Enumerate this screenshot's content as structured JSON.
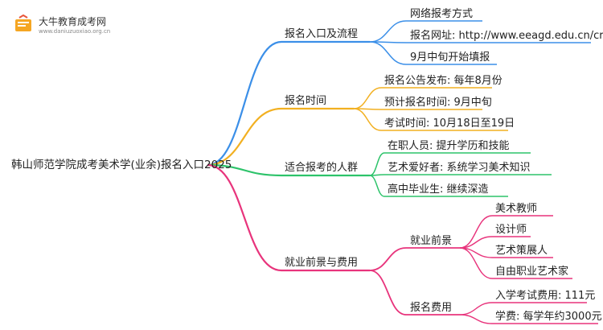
{
  "logo": {
    "name": "大牛教育成考网",
    "url": "www.daniuzuoxiao.org.cn"
  },
  "root": "韩山师范学院成考美术学(业余)报名入口2025",
  "branches": [
    {
      "label": "报名入口及流程",
      "color": "#3b8fe8",
      "children": [
        {
          "label": "网络报考方式"
        },
        {
          "label": "报名网址: http://www.eeagd.edu.cn/cr"
        },
        {
          "label": "9月中旬开始填报"
        }
      ]
    },
    {
      "label": "报名时间",
      "color": "#f2b021",
      "children": [
        {
          "label": "报名公告发布: 每年8月份"
        },
        {
          "label": "预计报名时间: 9月中旬"
        },
        {
          "label": "考试时间: 10月18日至19日"
        }
      ]
    },
    {
      "label": "适合报考的人群",
      "color": "#2dc36a",
      "children": [
        {
          "label": "在职人员: 提升学历和技能"
        },
        {
          "label": "艺术爱好者: 系统学习美术知识"
        },
        {
          "label": "高中毕业生: 继续深造"
        }
      ]
    },
    {
      "label": "就业前景与费用",
      "color": "#e8347c",
      "children": [
        {
          "label": "就业前景",
          "children": [
            {
              "label": "美术教师"
            },
            {
              "label": "设计师"
            },
            {
              "label": "艺术策展人"
            },
            {
              "label": "自由职业艺术家"
            }
          ]
        },
        {
          "label": "报名费用",
          "children": [
            {
              "label": "入学考试费用: 111元"
            },
            {
              "label": "学费: 每学年约3000元"
            }
          ]
        }
      ]
    }
  ]
}
